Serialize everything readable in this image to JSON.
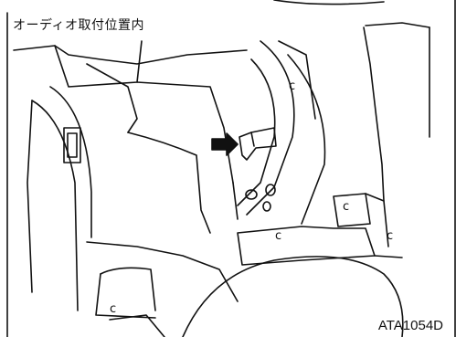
{
  "caption": "オーディオ取付位置内",
  "figure_code": "ATA1054D",
  "labels": {
    "c_marks": [
      "c",
      "c",
      "c",
      "c",
      "c"
    ]
  },
  "colors": {
    "line": "#111111",
    "background": "#ffffff"
  },
  "arrow_icon": "pointer-arrow-icon"
}
